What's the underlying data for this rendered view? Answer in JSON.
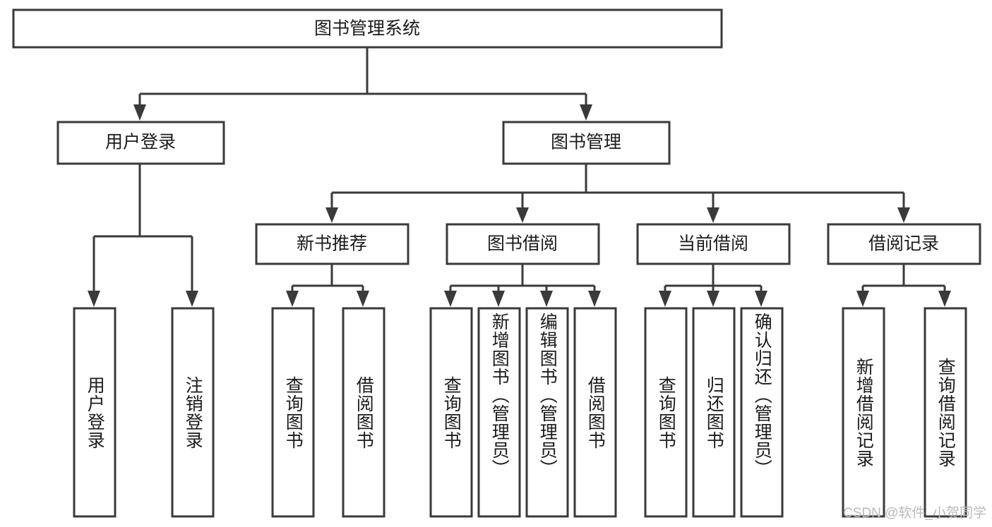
{
  "diagram": {
    "type": "tree",
    "title": "图书管理系统",
    "root": {
      "label": "图书管理系统"
    },
    "level1": [
      {
        "label": "用户登录"
      },
      {
        "label": "图书管理"
      }
    ],
    "level2": [
      {
        "label": "新书推荐"
      },
      {
        "label": "图书借阅"
      },
      {
        "label": "当前借阅"
      },
      {
        "label": "借阅记录"
      }
    ],
    "leaves": {
      "user_login": [
        {
          "label": "用户登录"
        },
        {
          "label": "注销登录"
        }
      ],
      "new_book_recommend": [
        {
          "label": "查询图书"
        },
        {
          "label": "借阅图书"
        }
      ],
      "book_borrow": [
        {
          "label": "查询图书"
        },
        {
          "label": "新增图书（管理员）"
        },
        {
          "label": "编辑图书（管理员）"
        },
        {
          "label": "借阅图书"
        }
      ],
      "current_borrow": [
        {
          "label": "查询图书"
        },
        {
          "label": "归还图书"
        },
        {
          "label": "确认归还（管理员）"
        }
      ],
      "borrow_record": [
        {
          "label": "新增借阅记录"
        },
        {
          "label": "查询借阅记录"
        }
      ]
    }
  },
  "watermark": {
    "text": "CSDN @软件_小贺同学"
  },
  "colors": {
    "stroke": "#3a3a3a",
    "box_fill": "#ffffff",
    "text": "#1b1b1b",
    "watermark": "#b9b9b9",
    "background": "#ffffff"
  }
}
